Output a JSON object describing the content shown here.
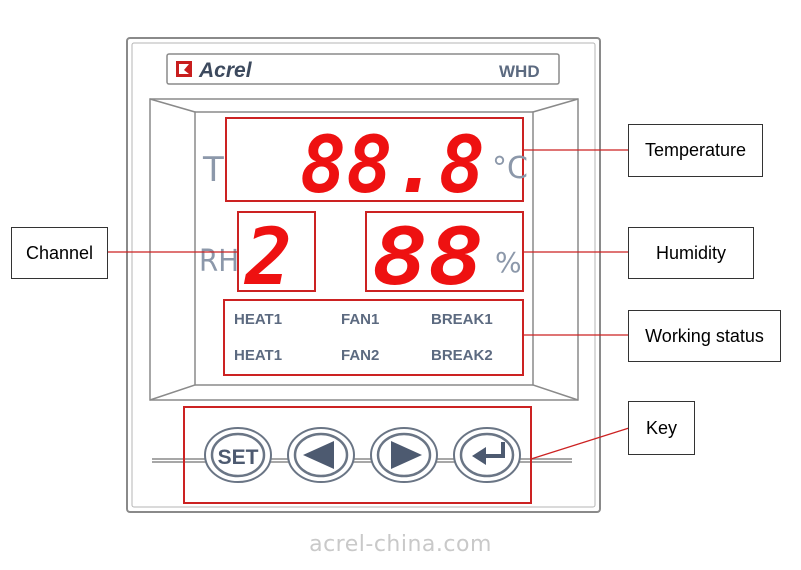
{
  "device": {
    "brand": "Acrel",
    "model": "WHD",
    "temperature": {
      "label": "T",
      "value": "88.8",
      "unit": "°C"
    },
    "humidity": {
      "label": "RH",
      "channel": "2",
      "value": "88",
      "unit": "%"
    },
    "status_indicators": [
      "HEAT1",
      "FAN1",
      "BREAK1",
      "HEAT1",
      "FAN2",
      "BREAK2"
    ],
    "keys": [
      {
        "name": "set",
        "label": "SET",
        "icon": "text"
      },
      {
        "name": "left",
        "label": "",
        "icon": "left-arrow-icon"
      },
      {
        "name": "right",
        "label": "",
        "icon": "right-arrow-icon"
      },
      {
        "name": "enter",
        "label": "",
        "icon": "enter-return-icon"
      }
    ]
  },
  "callouts": {
    "temperature": "Temperature",
    "channel": "Channel",
    "humidity": "Humidity",
    "working_status": "Working status",
    "key": "Key"
  },
  "watermark": "acrel-china.com",
  "colors": {
    "led_red": "#ee1111",
    "frame_outline": "#8a8a8a",
    "callout_line": "#cc2222",
    "text_blue_gray": "#5c6a80"
  }
}
